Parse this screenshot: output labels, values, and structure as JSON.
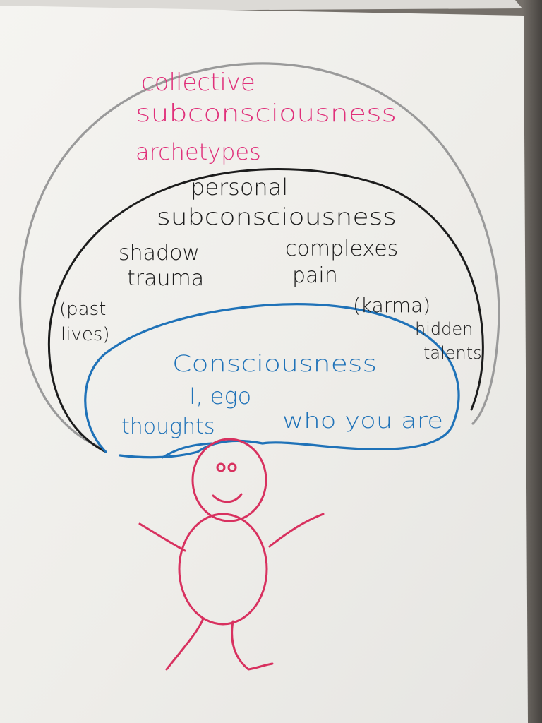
{
  "diagram": {
    "collective": {
      "title_line1": "collective",
      "title_line2": "subconsciousness",
      "subtitle": "archetypes",
      "color": "#e0307a"
    },
    "personal": {
      "title_line1": "personal",
      "title_line2": "subconsciousness",
      "left_terms_line1": "shadow",
      "left_terms_line2": "trauma",
      "right_terms_line1": "complexes",
      "right_terms_line2": "pain",
      "past_lives_line1": "(past",
      "past_lives_line2": "lives)",
      "karma": "(karma)",
      "hidden_talents_line1": "hidden",
      "hidden_talents_line2": "talents",
      "color": "#1c1c1c"
    },
    "conscious": {
      "title": "Consciousness",
      "line2": "I, ego",
      "left_term": "thoughts",
      "right_term": "who you are",
      "color": "#1f72b8"
    },
    "figure": {
      "color": "#d8315f"
    },
    "outer_ring_color": "#9a9a9a"
  }
}
